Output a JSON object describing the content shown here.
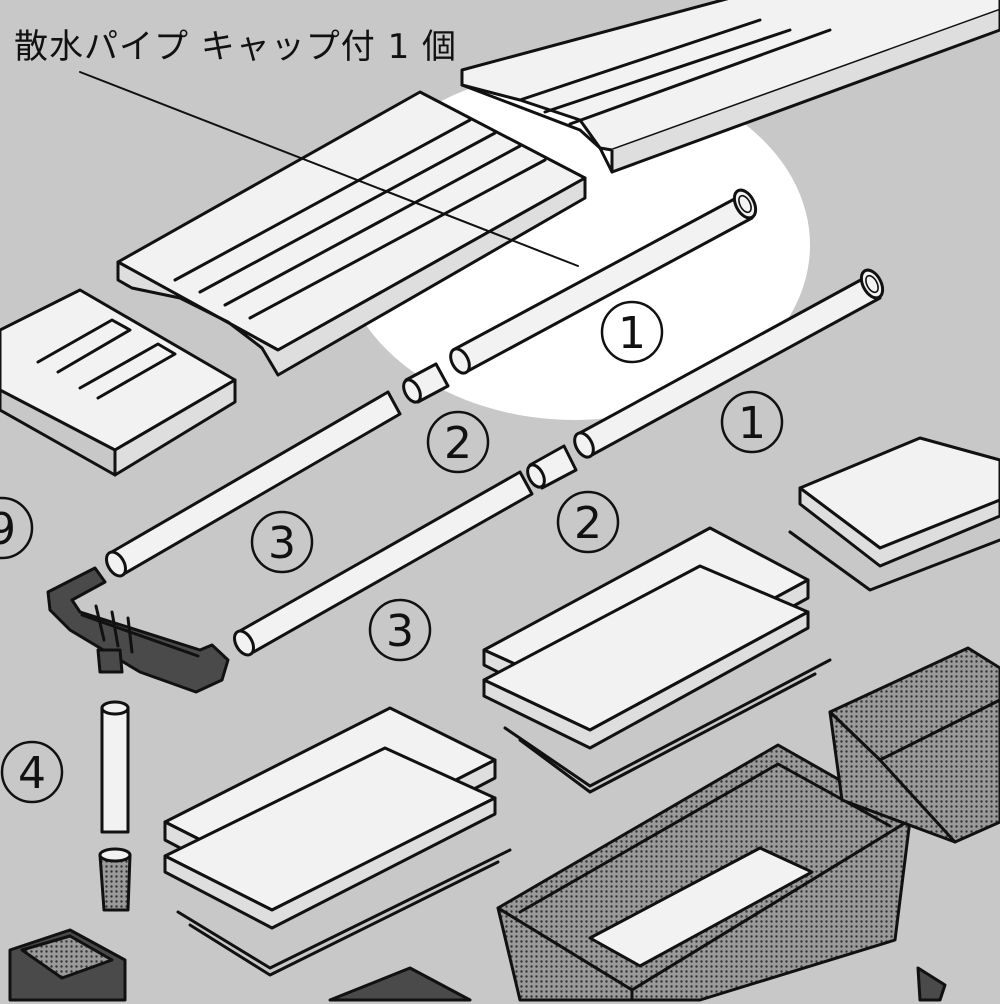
{
  "callout": {
    "title": "散水パイプ キャップ付 1 個"
  },
  "labels": {
    "pipe_1a": "1",
    "pipe_1b": "1",
    "joint_2a": "2",
    "joint_2b": "2",
    "pipe_3a": "3",
    "pipe_3b": "3",
    "pipe_4": "4",
    "part_9_partial": "9"
  },
  "colors": {
    "background": "#c8c8c8",
    "highlight": "#ffffff",
    "line": "#111111"
  }
}
